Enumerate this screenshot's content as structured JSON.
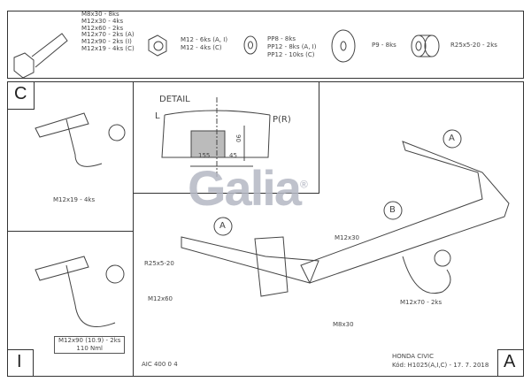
{
  "parts": {
    "bolt": [
      "M8x30 - 8ks",
      "M12x30 - 4ks",
      "M12x60 - 2ks",
      "M12x70 - 2ks (A)",
      "M12x90 - 2ks (I)",
      "M12x19 - 4ks (C)"
    ],
    "nut": [
      "M12 - 6ks (A, I)",
      "M12 - 4ks (C)"
    ],
    "washer_small": [
      "PP8 - 8ks",
      "PP12 - 8ks (A, I)",
      "PP12 - 10ks (C)"
    ],
    "washer_large": [
      "P9 - 8ks"
    ],
    "spacer": [
      "R25x5-20 - 2ks"
    ]
  },
  "panels": {
    "c_label": "C",
    "i_label": "I",
    "a_label": "A"
  },
  "detail": {
    "title": "DETAIL",
    "left": "L",
    "right": "P(R)",
    "dim_height": "90",
    "dim_left": "155",
    "dim_right": "45"
  },
  "callouts": {
    "c_bolts": "M12x19 - 4ks",
    "i_bolts": "M12x90 (10.9) - 2ks",
    "i_torque": "110 Nml",
    "m12x30": "M12x30",
    "spacer": "R25x5-20",
    "m12x60": "M12x60",
    "m12x70": "M12x70 - 2ks",
    "m8x30": "M8x30",
    "circle_a1": "A",
    "circle_a2": "A",
    "circle_b": "B"
  },
  "logo": {
    "text": "Galia",
    "mark": "®"
  },
  "footer": {
    "code": "AIC 400 0 4",
    "vehicle": "HONDA CIVIC",
    "kod": "Kód: H1025(A,I,C) - 17. 7. 2018"
  }
}
